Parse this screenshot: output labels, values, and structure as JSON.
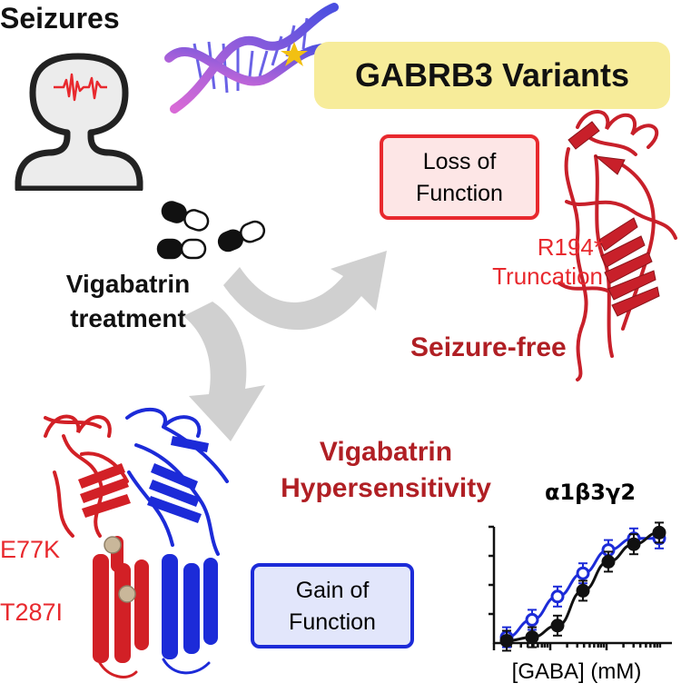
{
  "figure": {
    "seizures_label": "Seizures",
    "banner_label": "GABRB3 Variants",
    "loss_box": {
      "line1": "Loss of",
      "line2": "Function"
    },
    "r194_label": {
      "line1": "R194*",
      "line2": "Truncation"
    },
    "vigabatrin_label": {
      "line1": "Vigabatrin",
      "line2": "treatment"
    },
    "seizure_free_label": "Seizure-free",
    "hypersensitivity_label": {
      "line1": "Vigabatrin",
      "line2": "Hypersensitivity"
    },
    "e77k_label": "E77K",
    "t287i_label": "T287I",
    "gain_box": {
      "line1": "Gain of",
      "line2": "Function"
    }
  },
  "colors": {
    "red": "#e8292e",
    "dark_red": "#b01f24",
    "blue": "#1c2bd8",
    "banner_fill": "#f7ec9a",
    "loss_fill": "#fde6e6",
    "gain_fill": "#e2e6fb",
    "arrow_gray": "#d0d0d0"
  },
  "chart_data": {
    "type": "line",
    "title": "α1β3γ2",
    "xlabel": "[GABA] (mM)",
    "ylabel": "",
    "x_scale": "log",
    "series": [
      {
        "color": "#1c2bd8",
        "marker": "open-circle",
        "points": [
          [
            1,
            0.05
          ],
          [
            2,
            0.2
          ],
          [
            3,
            0.4
          ],
          [
            4,
            0.6
          ],
          [
            5,
            0.8
          ],
          [
            6,
            0.9
          ],
          [
            7,
            0.9
          ]
        ]
      },
      {
        "color": "#111111",
        "marker": "filled-circle",
        "points": [
          [
            1,
            0.02
          ],
          [
            2,
            0.05
          ],
          [
            3,
            0.15
          ],
          [
            4,
            0.45
          ],
          [
            5,
            0.7
          ],
          [
            6,
            0.85
          ],
          [
            7,
            0.95
          ]
        ]
      }
    ]
  }
}
